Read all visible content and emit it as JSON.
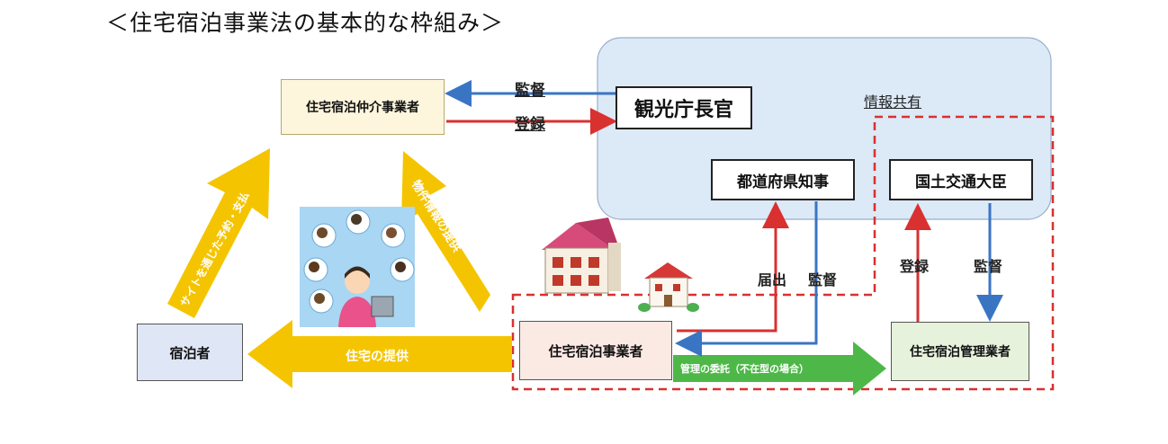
{
  "title": "＜住宅宿泊事業法の基本的な枠組み＞",
  "boxes": {
    "broker": "住宅宿泊仲介事業者",
    "tourism": "観光庁長官",
    "governor": "都道府県知事",
    "minister": "国土交通大臣",
    "guest": "宿泊者",
    "operator": "住宅宿泊事業者",
    "manager": "住宅宿泊管理業者"
  },
  "labels": {
    "supervise_broker": "監督",
    "register_broker": "登録",
    "info_share": "情報共有",
    "notify": "届出",
    "supervise_operator": "監督",
    "register_manager": "登録",
    "supervise_manager": "監督",
    "booking_payment": "サイトを通じた予約・支払",
    "property_info": "物件情報の提供",
    "house_provision": "住宅の提供",
    "management_delegation": "管理の委託（不在型の場合）"
  },
  "colors": {
    "blue_region": "#dce9f7",
    "yellow_arrow": "#f5c400",
    "red": "#d93030",
    "blue": "#3a75c4",
    "green": "#4db848",
    "broker_fill": "#fdf6dd",
    "guest_fill": "#dfe6f5",
    "operator_fill": "#fbe9e4",
    "manager_fill": "#e6f2dc"
  },
  "icons": [
    "people-network-illustration",
    "large-house-illustration",
    "small-house-illustration"
  ]
}
